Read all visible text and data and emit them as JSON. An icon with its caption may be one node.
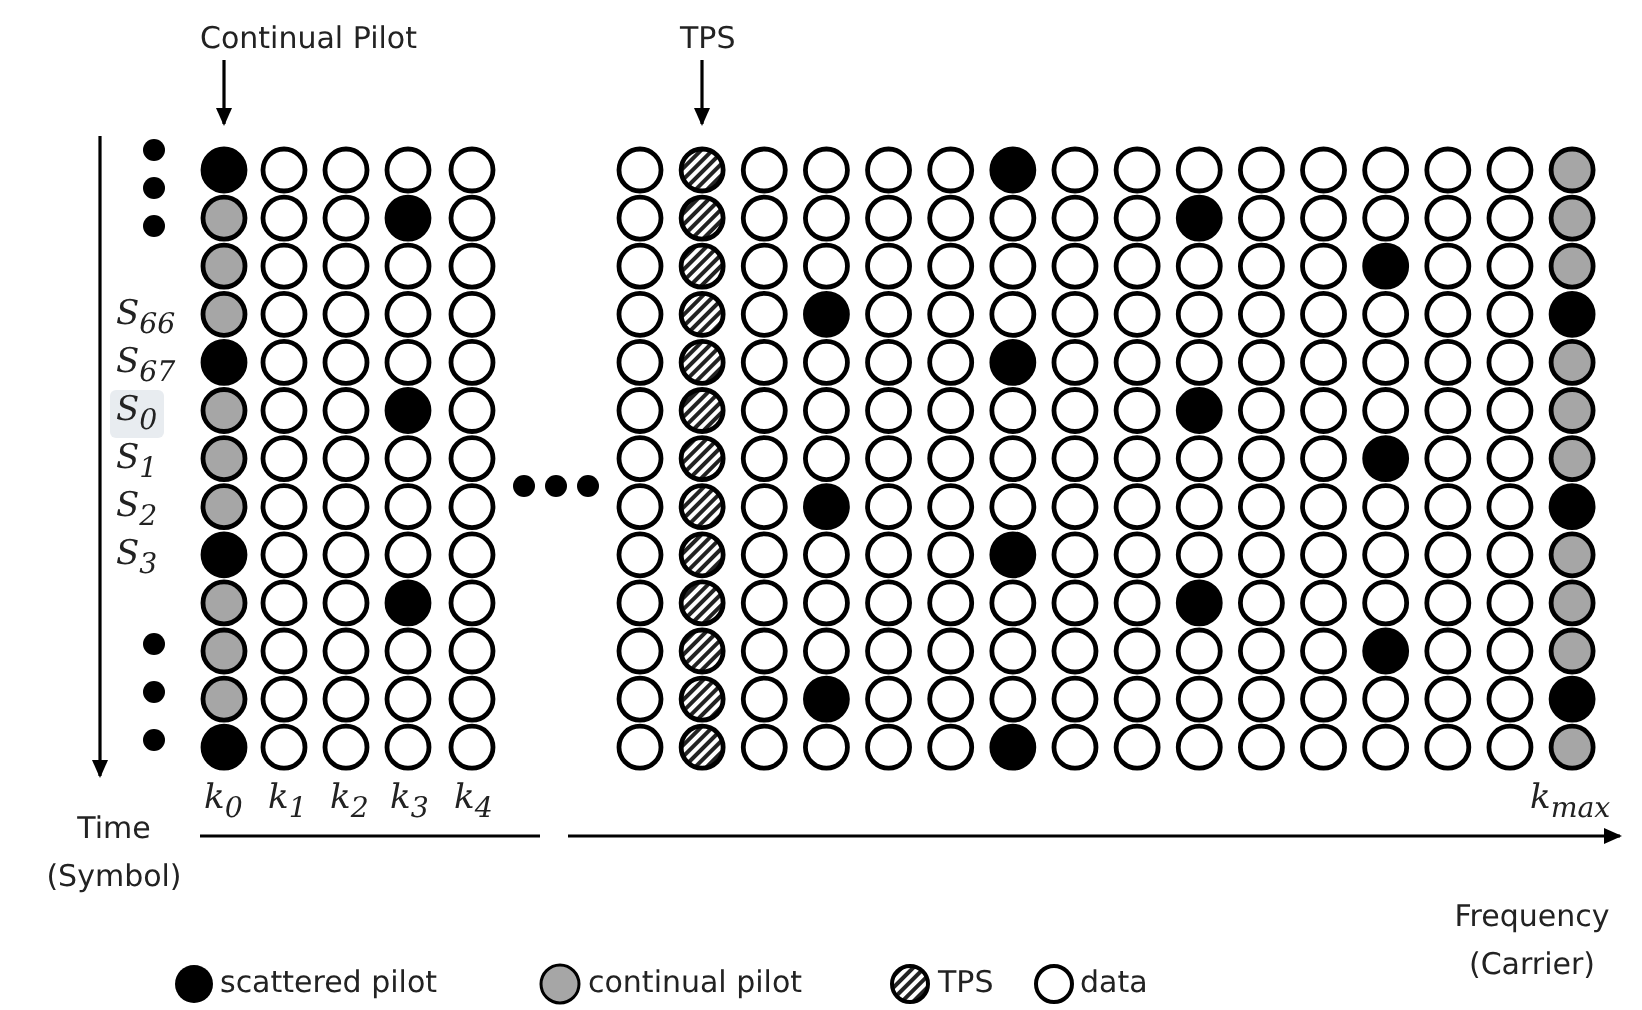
{
  "diagram": {
    "nodes": [
      {
        "text": [
          "Continual Pilot"
        ]
      },
      {
        "text": [
          "TPS"
        ]
      }
    ],
    "edges": [
      {
        "from": 0,
        "to": null,
        "arrow": "to"
      },
      {
        "from": 1,
        "to": null,
        "arrow": "to"
      }
    ],
    "labels": [
      "S$_{66}$",
      "S$_{67}$",
      "S$_{0}$",
      "S$_{1}$",
      "S$_{2}$",
      "S$_{3}$",
      "k$_{0}$",
      "k$_{1}$",
      "k$_{2}$",
      "k$_{3}$",
      "k$_{4}$",
      "k$_{max}$",
      "Time (Symbol)",
      "Frequency (Carrier)"
    ],
    "legend": [
      {
        "text": "scattered pilot",
        "color": "#000000"
      },
      {
        "text": "continual pilot",
        "color": "#a6a6a6"
      },
      {
        "text": "TPS"
      },
      {
        "text": "data"
      }
    ]
  }
}
